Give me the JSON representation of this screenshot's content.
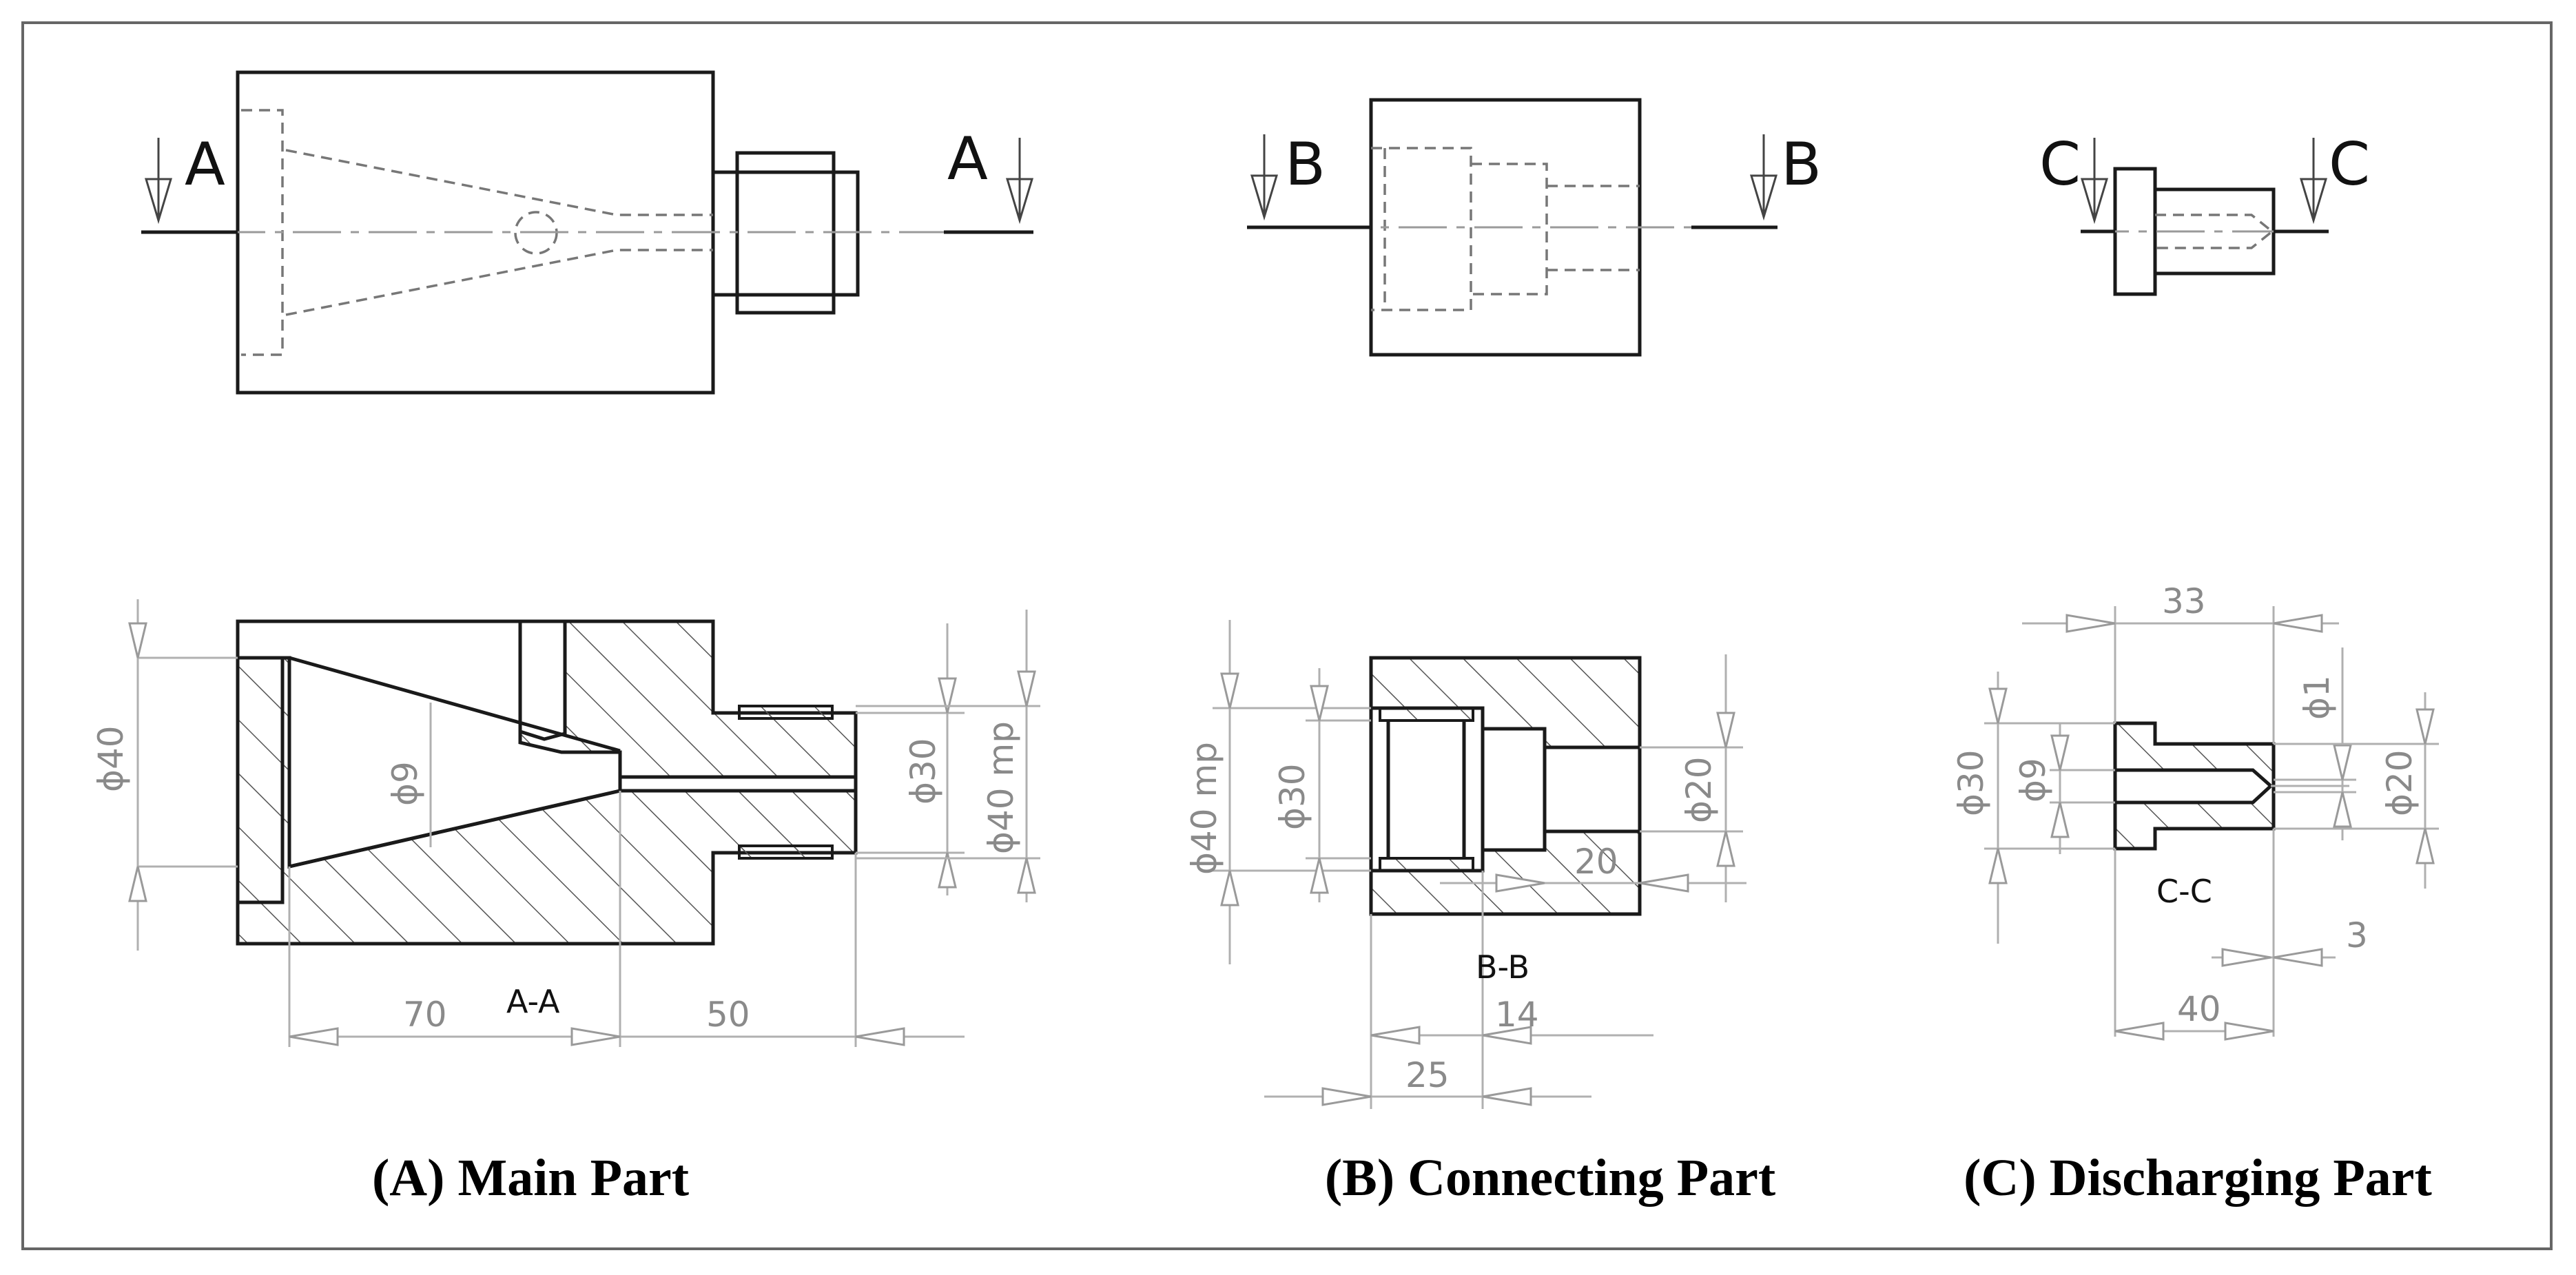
{
  "captions": {
    "main": "(A) Main Part",
    "connecting": "(B) Connecting Part",
    "discharging": "(C) Discharging Part"
  },
  "section_marks": {
    "a": "A",
    "b": "B",
    "c": "C"
  },
  "section_labels": {
    "a": "A-A",
    "b": "B-B",
    "c": "C-C"
  },
  "dimensions": {
    "main": {
      "dia_40": "ϕ40",
      "dia_9": "ϕ9",
      "dia_30": "ϕ30",
      "dia_40mp": "ϕ40 mp",
      "len_70": "70",
      "len_50": "50"
    },
    "connecting": {
      "dia_40mp": "ϕ40 mp",
      "dia_30": "ϕ30",
      "dia_20": "ϕ20",
      "len_20": "20",
      "len_14": "14",
      "len_25": "25"
    },
    "discharging": {
      "len_33": "33",
      "dia_1": "ϕ1",
      "dia_30": "ϕ30",
      "dia_9": "ϕ9",
      "dia_20": "ϕ20",
      "len_3": "3",
      "len_40": "40"
    }
  }
}
